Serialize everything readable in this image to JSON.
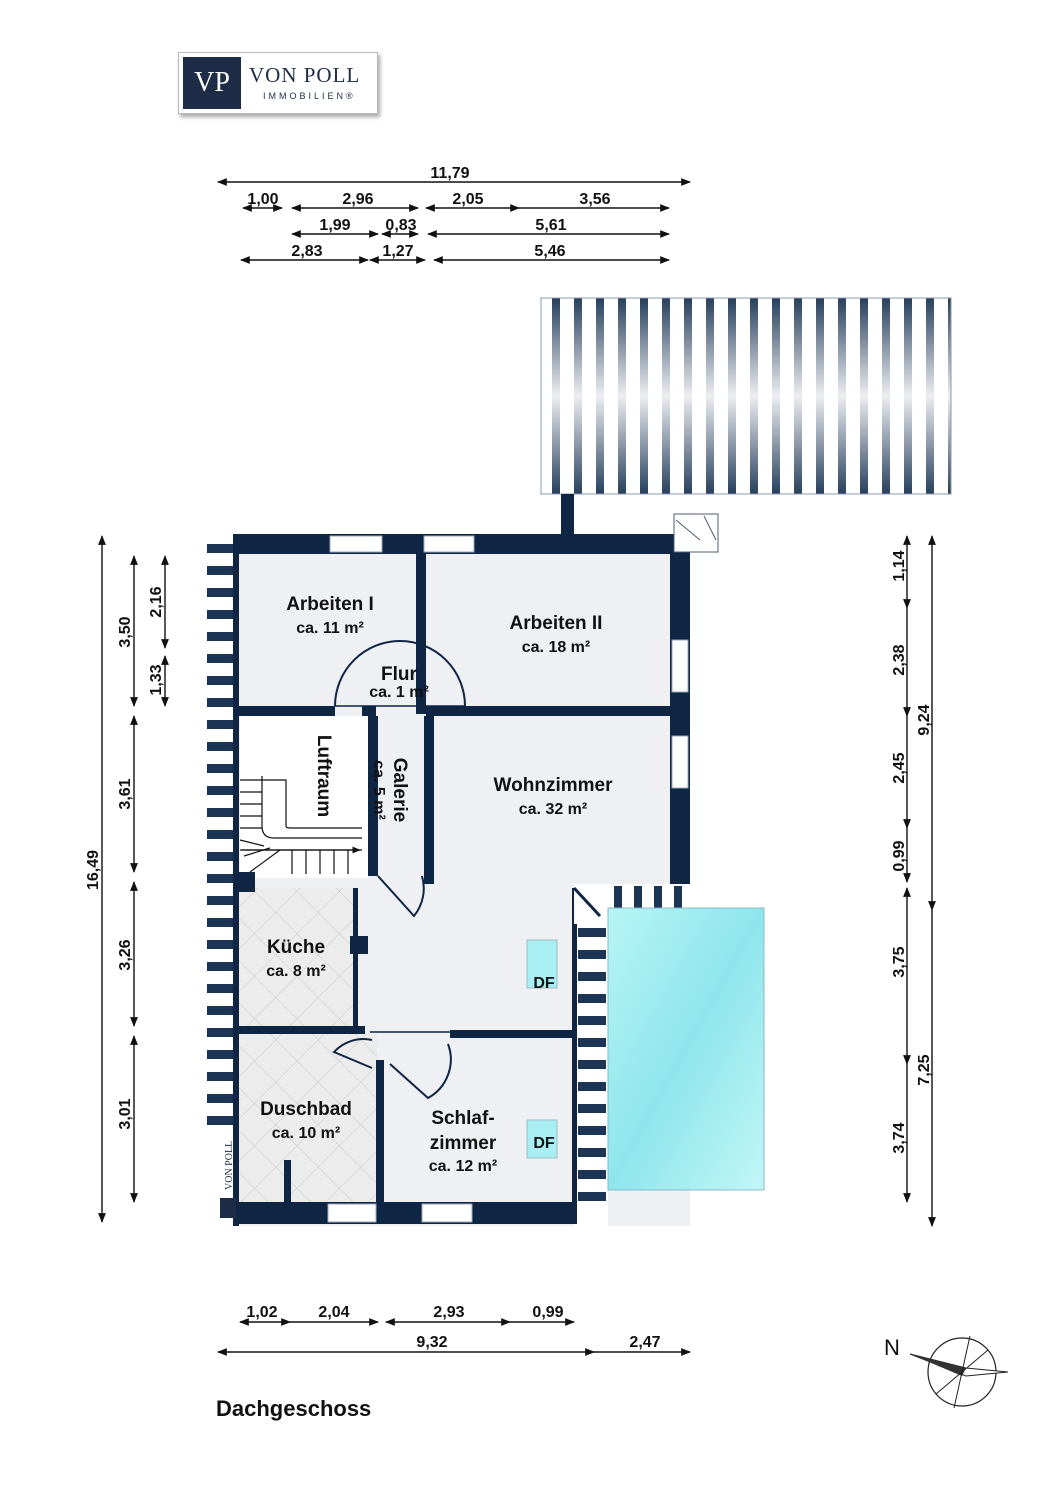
{
  "logo": {
    "initials": "VP",
    "name": "VON POLL",
    "sub": "IMMOBILIEN®"
  },
  "floor_title": "Dachgeschoss",
  "compass": {
    "north_label": "N"
  },
  "rooms": [
    {
      "name": "Arbeiten I",
      "area": "ca. 11 m²"
    },
    {
      "name": "Arbeiten II",
      "area": "ca. 18 m²"
    },
    {
      "name": "Flur",
      "area": "ca. 1 m²"
    },
    {
      "name": "Luftraum",
      "area": ""
    },
    {
      "name": "Galerie",
      "area": "ca. 5 m²"
    },
    {
      "name": "Wohnzimmer",
      "area": "ca. 32 m²"
    },
    {
      "name": "Küche",
      "area": "ca. 8 m²"
    },
    {
      "name": "Duschbad",
      "area": "ca. 10 m²"
    },
    {
      "name": "Schlaf-",
      "name2": "zimmer",
      "area": "ca. 12 m²"
    }
  ],
  "skylights": [
    "DF",
    "DF"
  ],
  "watermark": "VON POLL",
  "dimensions": {
    "top": [
      "11,79",
      "1,00",
      "2,96",
      "2,05",
      "3,56",
      "1,99",
      "0,83",
      "5,61",
      "2,83",
      "1,27",
      "5,46"
    ],
    "bottom": [
      "1,02",
      "2,04",
      "2,93",
      "0,99",
      "9,32",
      "2,47"
    ],
    "left": [
      "16,49",
      "3,50",
      "2,16",
      "1,33",
      "3,61",
      "3,26",
      "3,01"
    ],
    "right": [
      "1,14",
      "2,38",
      "2,45",
      "0,99",
      "9,24",
      "3,75",
      "3,74",
      "7,25"
    ]
  },
  "colors": {
    "wall": "#0f2544",
    "floor": "#eef0f4",
    "glass": "#9fe9ee",
    "tile": "#e9e9e9"
  }
}
